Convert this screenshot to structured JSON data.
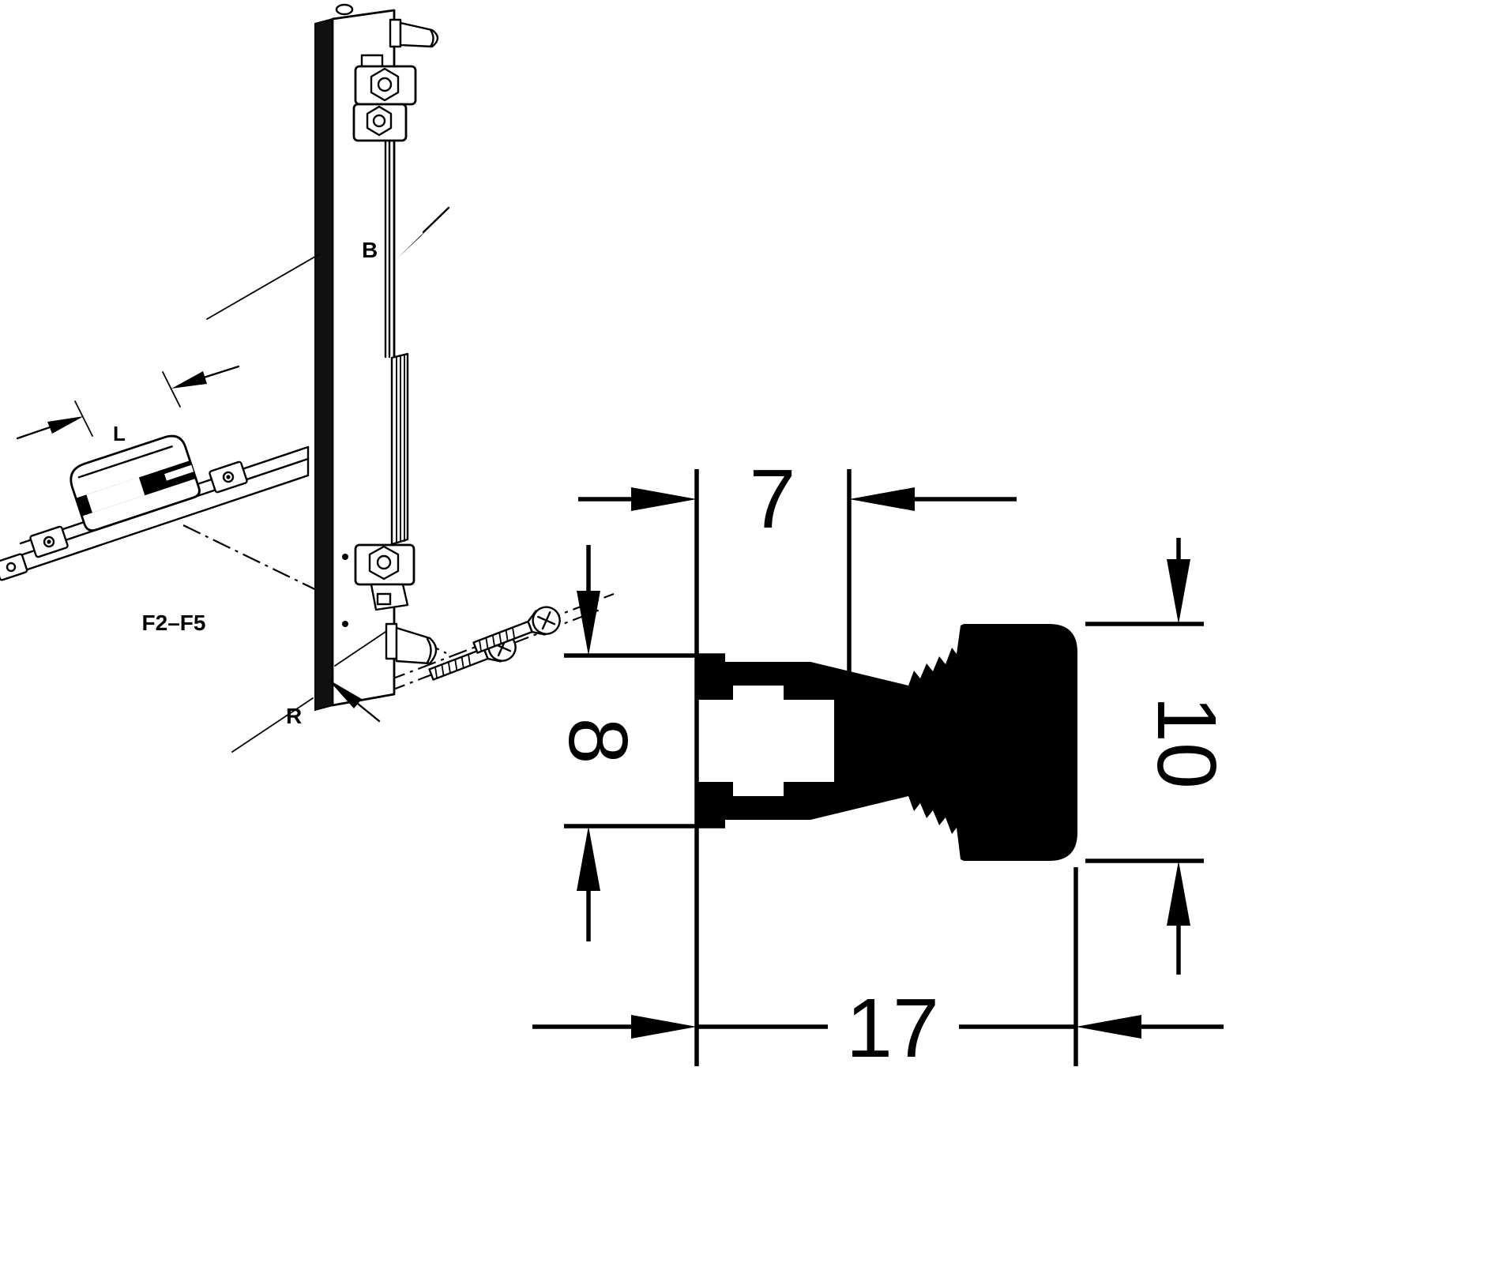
{
  "drawing": {
    "background": "#ffffff",
    "ink": "#000000"
  },
  "assembly_view": {
    "labels": {
      "plate_width": "B",
      "clamp_length": "L",
      "reach": "R",
      "model_range": "F2–F5"
    }
  },
  "section_view": {
    "dimensions": {
      "top_width": "7",
      "channel_height": "8",
      "head_height": "10",
      "overall_width": "17"
    }
  }
}
